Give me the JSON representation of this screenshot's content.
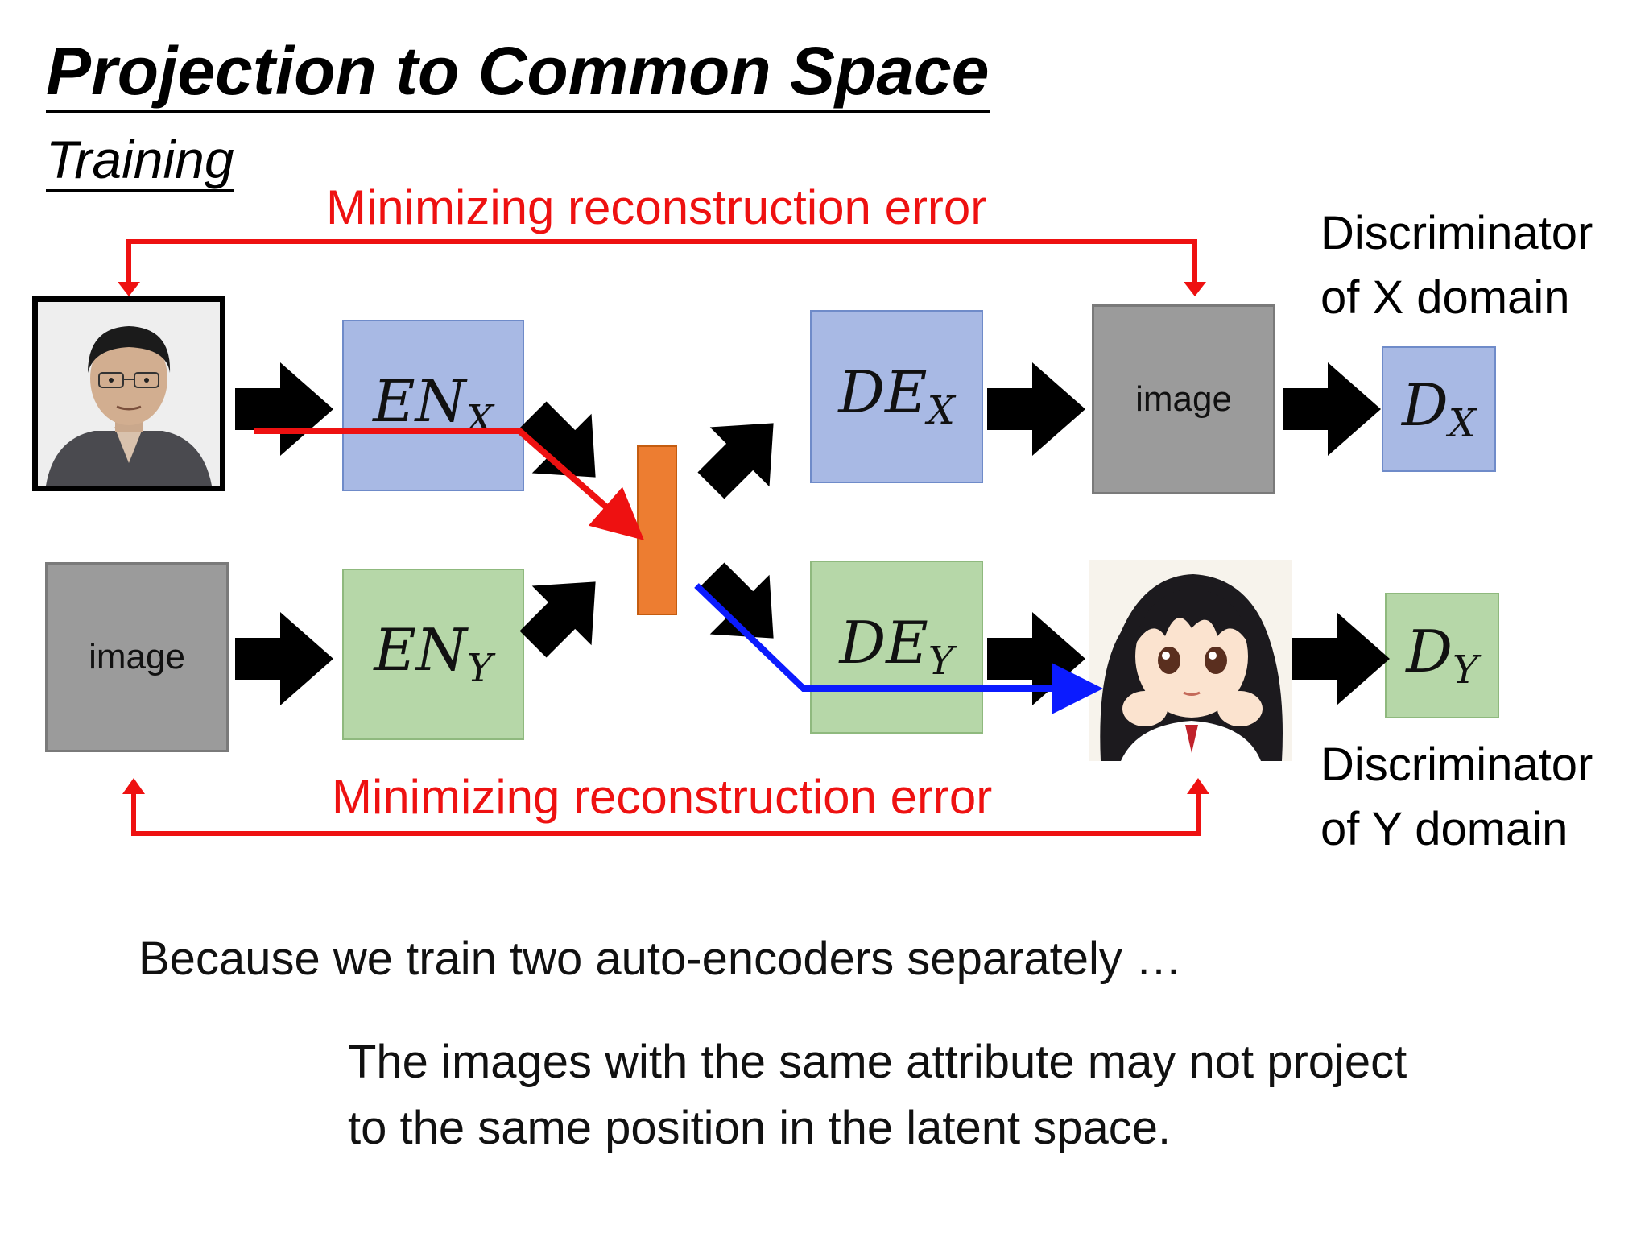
{
  "title": "Projection to Common Space",
  "subtitle": "Training",
  "recon_top_label": "Minimizing reconstruction error",
  "recon_bottom_label": "Minimizing reconstruction error",
  "disc_x_label": [
    "Discriminator",
    "of X domain"
  ],
  "disc_y_label": [
    "Discriminator",
    "of Y domain"
  ],
  "en_x": {
    "main": "EN",
    "sub": "X"
  },
  "en_y": {
    "main": "EN",
    "sub": "Y"
  },
  "de_x": {
    "main": "DE",
    "sub": "X"
  },
  "de_y": {
    "main": "DE",
    "sub": "Y"
  },
  "d_x": {
    "main": "D",
    "sub": "X"
  },
  "d_y": {
    "main": "D",
    "sub": "Y"
  },
  "image_box_x_label": "image",
  "image_box_y_label": "image",
  "text_line1": "Because we train two auto-encoders separately …",
  "text_line2": "The images with the same attribute may not project",
  "text_line3": "to the same position in the latent space.",
  "colors": {
    "reconstruction_arrow": "#ee1111",
    "path_x": "#ee1111",
    "path_y": "#0b1bff",
    "latent": "#ed7d31",
    "encoder_decoder_x": "#a8b9e4",
    "encoder_decoder_y": "#b6d7a8",
    "image_placeholder": "#9b9b9b"
  }
}
